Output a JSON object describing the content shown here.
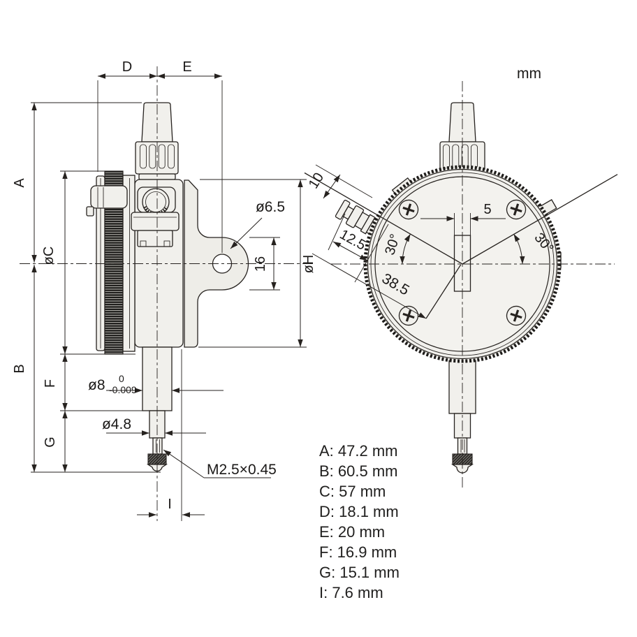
{
  "unit_label": "mm",
  "side_view": {
    "dim_a": "A",
    "dim_b": "B",
    "dim_c": "øC",
    "dim_d": "D",
    "dim_e": "E",
    "dim_f": "F",
    "dim_g": "G",
    "dim_i": "I",
    "lug_hole_dia": "ø6.5",
    "lug_offset": "16",
    "plate_dia": "øH",
    "stem_dia": "ø8",
    "stem_tol_upper": "0",
    "stem_tol_lower": "-0.009",
    "spindle_dia": "ø4.8",
    "contact_thread": "M2.5×0.45"
  },
  "front_view": {
    "stud_offset": "10",
    "stud_protrusion": "12.5",
    "center_radius": "38.5",
    "slot_width": "5",
    "angle_left": "30°",
    "angle_right": "30°"
  },
  "legend": {
    "items": [
      "A: 47.2 mm",
      "B: 60.5 mm",
      "C: 57 mm",
      "D: 18.1 mm",
      "E: 20 mm",
      "F: 16.9 mm",
      "G: 15.1 mm",
      "I: 7.6 mm"
    ]
  },
  "colors": {
    "line": "#26221f",
    "body_fill": "#f1f0ec",
    "dial_fill": "#f3f2ee",
    "knurl_dark": "#1a1917"
  }
}
